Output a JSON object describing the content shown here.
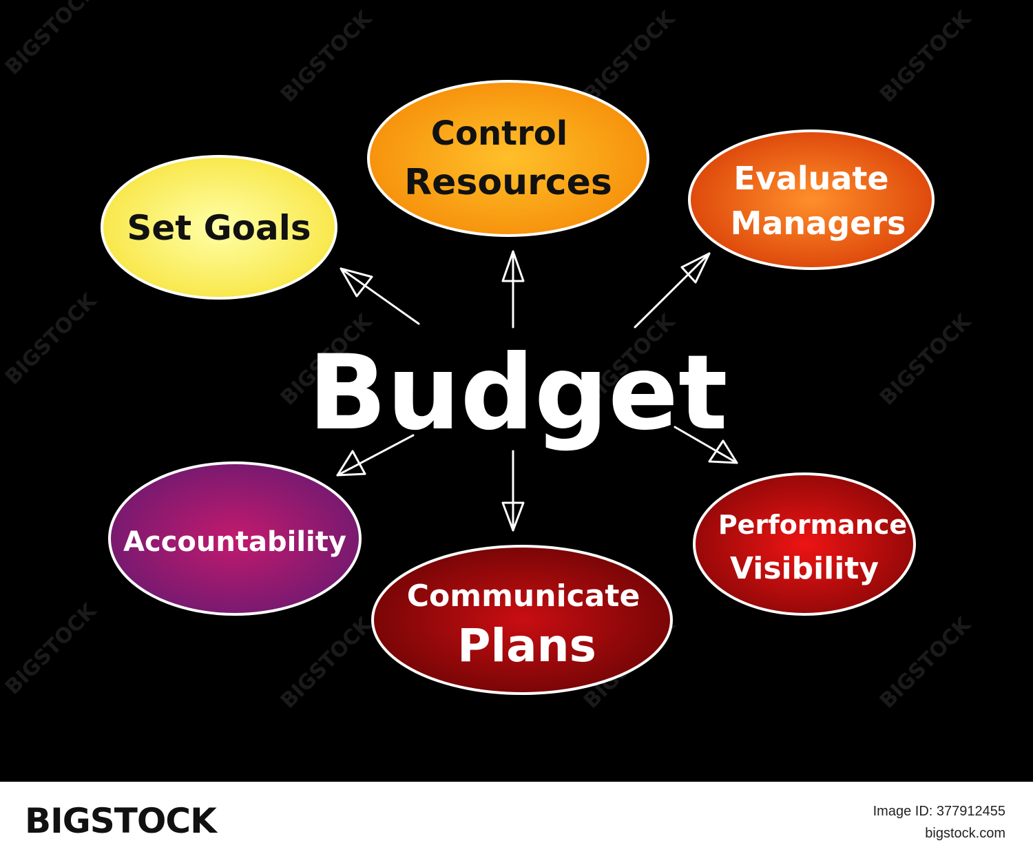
{
  "title": "Budget",
  "nodes": [
    {
      "id": "set-goals",
      "lines": [
        "Set Goals"
      ]
    },
    {
      "id": "control-resources",
      "lines": [
        "Control",
        "Resources"
      ]
    },
    {
      "id": "evaluate-managers",
      "lines": [
        "Evaluate",
        "Managers"
      ]
    },
    {
      "id": "accountability",
      "lines": [
        "Accountability"
      ]
    },
    {
      "id": "communicate-plans",
      "lines": [
        "Communicate",
        "Plans"
      ]
    },
    {
      "id": "performance-visibility",
      "lines": [
        "Performance",
        "Visibility"
      ]
    }
  ],
  "colors": {
    "background": "#000000",
    "outline": "#ffffff",
    "set_goals": [
      "#ffffa8",
      "#f7e33a"
    ],
    "control_resources": [
      "#ffc02a",
      "#f58a07"
    ],
    "evaluate_managers": [
      "#ff8f2a",
      "#d83c06"
    ],
    "accountability": [
      "#c21a6e",
      "#6a1a70"
    ],
    "communicate_plans": [
      "#c90e12",
      "#6a0404"
    ],
    "performance_visibility": [
      "#ee1414",
      "#860606"
    ]
  },
  "watermark": "BIGSTOCK",
  "watermark_small": "BIG",
  "footer": {
    "brand": "BIGSTOCK",
    "image_id": "Image ID: 377912455",
    "site": "bigstock.com"
  }
}
